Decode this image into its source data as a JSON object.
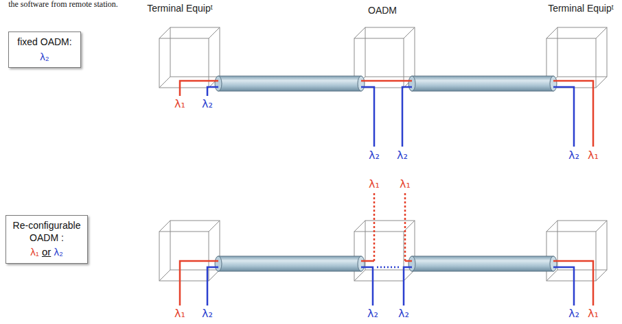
{
  "diagram": {
    "nodes": [
      {
        "text": [
          "fixed OADM:",
          "λ₂"
        ]
      },
      {
        "text": [
          "Re-configurable OADM :",
          "λ₁ or λ₂"
        ]
      }
    ],
    "labels": [
      "the software from remote station.",
      "Terminal Equipᵗ",
      "OADM",
      "Terminal Equipᵗ",
      "λ₁",
      "λ₂",
      "λ₂",
      "λ₂",
      "λ₂",
      "λ₁",
      "λ₁",
      "λ₁",
      "λ₁",
      "λ₂",
      "λ₂",
      "λ₂",
      "λ₂",
      "λ₁"
    ]
  }
}
